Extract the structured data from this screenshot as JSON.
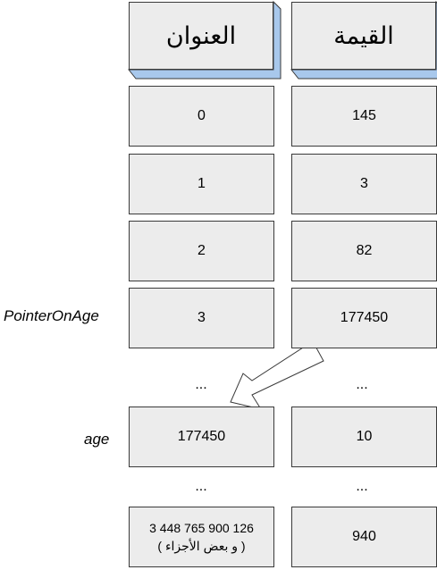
{
  "headers": {
    "address": "العنوان",
    "value": "القيمة"
  },
  "rows": [
    {
      "address": "0",
      "value": "145"
    },
    {
      "address": "1",
      "value": "3"
    },
    {
      "address": "2",
      "value": "82"
    },
    {
      "address": "3",
      "value": "177450"
    }
  ],
  "ellipsis": "...",
  "pointed_row": {
    "address": "177450",
    "value": "10"
  },
  "last_row": {
    "address_number": "3 448 765 900 126",
    "address_note": "( و بعض الأجزاء )",
    "value": "940"
  },
  "labels": {
    "pointer": "PointerOnAge",
    "target": "age"
  },
  "colors": {
    "header_shadow": "#a8c8ec",
    "cell_fill": "#ececec",
    "border": "#3a3a3a"
  }
}
